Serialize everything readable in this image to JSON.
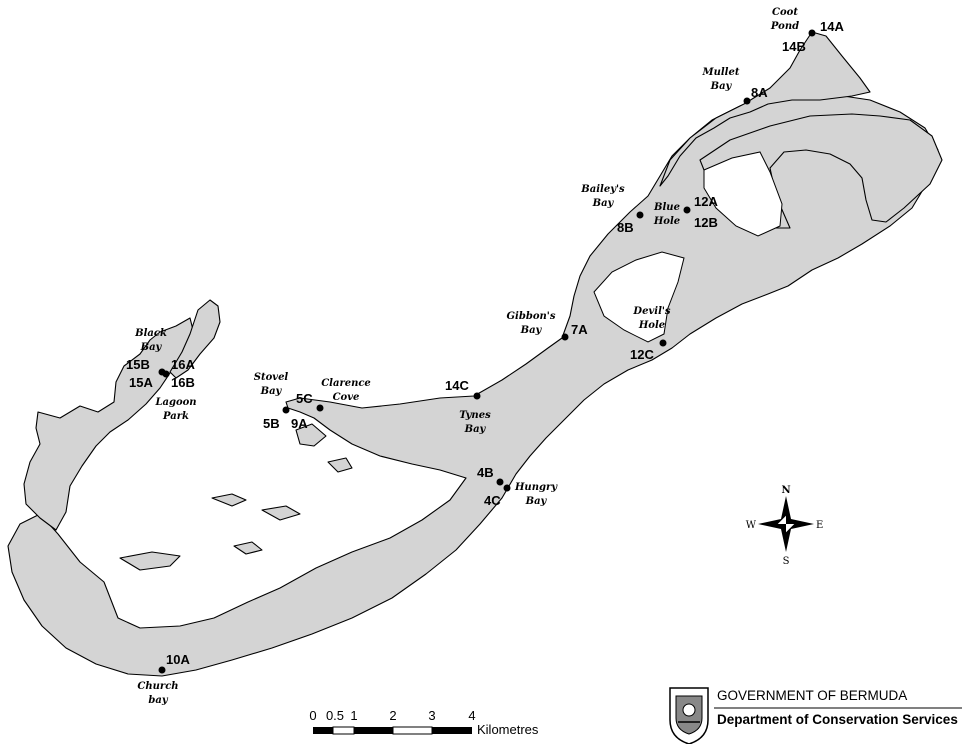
{
  "map": {
    "sites": [
      {
        "code": "14A"
      },
      {
        "code": "14B"
      },
      {
        "code": "8A"
      },
      {
        "code": "12A"
      },
      {
        "code": "12B"
      },
      {
        "code": "8B"
      },
      {
        "code": "7A"
      },
      {
        "code": "12C"
      },
      {
        "code": "14C"
      },
      {
        "code": "5C"
      },
      {
        "code": "5B"
      },
      {
        "code": "9A"
      },
      {
        "code": "15B"
      },
      {
        "code": "16A"
      },
      {
        "code": "15A"
      },
      {
        "code": "16B"
      },
      {
        "code": "4B"
      },
      {
        "code": "4C"
      },
      {
        "code": "10A"
      }
    ],
    "places": [
      {
        "line1": "Coot",
        "line2": "Pond"
      },
      {
        "line1": "Mullet",
        "line2": "Bay"
      },
      {
        "line1": "Bailey's",
        "line2": "Bay"
      },
      {
        "line1": "Blue",
        "line2": "Hole"
      },
      {
        "line1": "Gibbon's",
        "line2": "Bay"
      },
      {
        "line1": "Devil's",
        "line2": "Hole"
      },
      {
        "line1": "Tynes",
        "line2": "Bay"
      },
      {
        "line1": "Stovel",
        "line2": "Bay"
      },
      {
        "line1": "Clarence",
        "line2": "Cove"
      },
      {
        "line1": "Black",
        "line2": "Bay"
      },
      {
        "line1": "Lagoon",
        "line2": "Park"
      },
      {
        "line1": "Hungry",
        "line2": "Bay"
      },
      {
        "line1": "Church",
        "line2": "bay"
      }
    ],
    "land_color": "#d4d4d4",
    "coast_color": "#000000"
  },
  "compass": {
    "n": "N",
    "s": "S",
    "e": "E",
    "w": "W"
  },
  "scale_bar": {
    "ticks": [
      "0",
      "0.5",
      "1",
      "2",
      "3",
      "4"
    ],
    "unit": "Kilometres"
  },
  "footer": {
    "government": "GOVERNMENT OF BERMUDA",
    "department": "Department of Conservation Services"
  }
}
